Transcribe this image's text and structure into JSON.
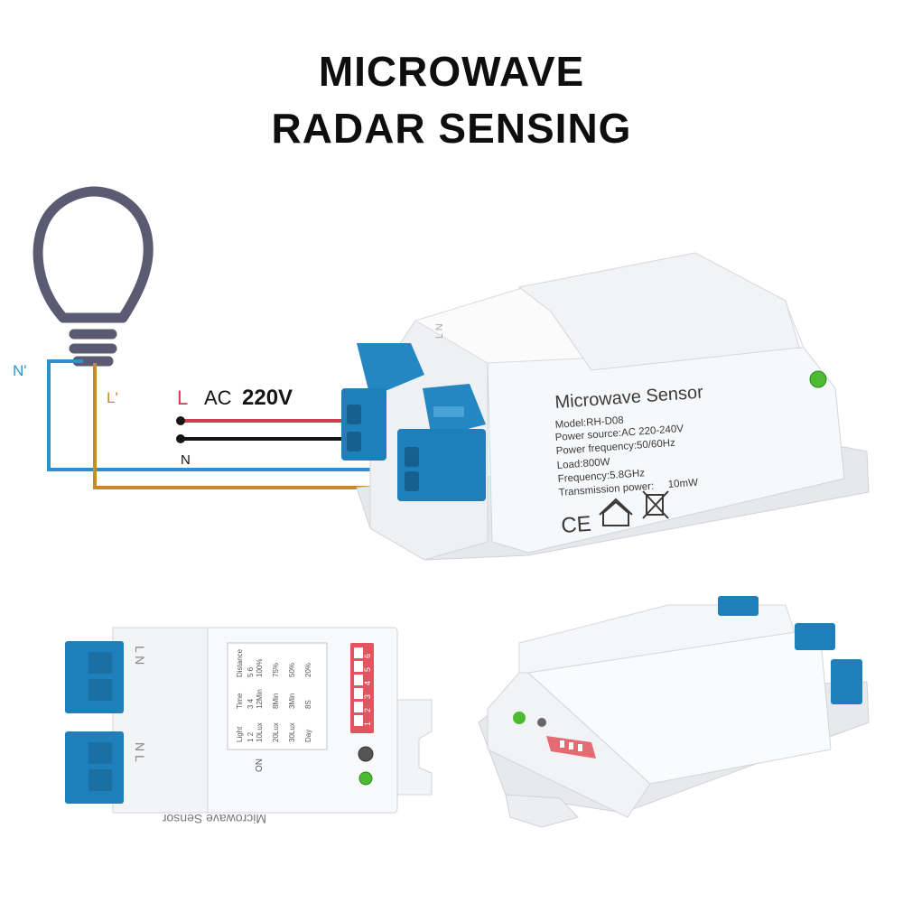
{
  "title_line1": "MICROWAVE",
  "title_line2": "RADAR SENSING",
  "wiring": {
    "n_prime": "N'",
    "l_prime": "L'",
    "l_mark": "L",
    "ac_label": "AC",
    "voltage": "220V",
    "n_label": "N"
  },
  "colors": {
    "live_wire": "#d23a4f",
    "neutral_wire": "#2f8fd0",
    "load_wire": "#c98a2e",
    "terminal_blue": "#1f80bb",
    "bulb_outline": "#5a5a72"
  },
  "label": {
    "name": "Microwave Sensor",
    "model": "Model:RH-D08",
    "power_source": "Power source:AC 220-240V",
    "power_frequency": "Power frequency:50/60Hz",
    "load": "Load:800W",
    "frequency": "Frequency:5.8GHz",
    "transmission": "Transmission power:",
    "transmission_value": "10mW",
    "ce": "CE"
  },
  "terminal_marks": {
    "top": "L N",
    "bottom": "N L"
  },
  "dip_table": {
    "headers": [
      "Light",
      "Time",
      "Distance"
    ],
    "rows": [
      [
        "10Lux",
        "12Min",
        "100%"
      ],
      [
        "20Lux",
        "8Min",
        "75%"
      ],
      [
        "30Lux",
        "3Min",
        "50%"
      ],
      [
        "Day",
        "8S",
        "20%"
      ]
    ],
    "switch_pairs": [
      "1 2",
      "3 4",
      "5 6"
    ],
    "on_label": "ON",
    "dip_numbers": [
      "1",
      "2",
      "3",
      "4",
      "5",
      "6"
    ]
  },
  "small_label": "Microwave Sensor"
}
